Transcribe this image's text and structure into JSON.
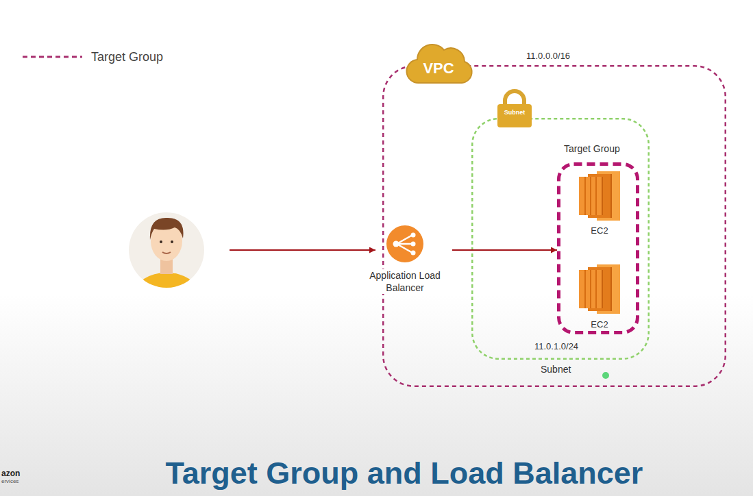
{
  "diagram": {
    "title": "Target Group and Load Balancer",
    "nodes": [
      {
        "text": [
          "VPC",
          "11.0.0.0/16"
        ]
      },
      {
        "text": [
          "Application Load Balancer"
        ],
        "in": 0
      },
      {
        "text": [
          "Subnet",
          "11.0.1.0/24",
          "Subnet"
        ],
        "in": 0
      },
      {
        "text": [
          "Target Group"
        ],
        "in": 2
      },
      {
        "text": [
          "EC2"
        ],
        "in": 3
      },
      {
        "text": [
          "EC2"
        ],
        "in": 3
      }
    ],
    "edges": [
      {
        "from": 1,
        "to": 3,
        "arrow": "to"
      }
    ],
    "labels": [
      "azon",
      "ervices"
    ],
    "legend": [
      {
        "text": "Target Group"
      }
    ]
  }
}
